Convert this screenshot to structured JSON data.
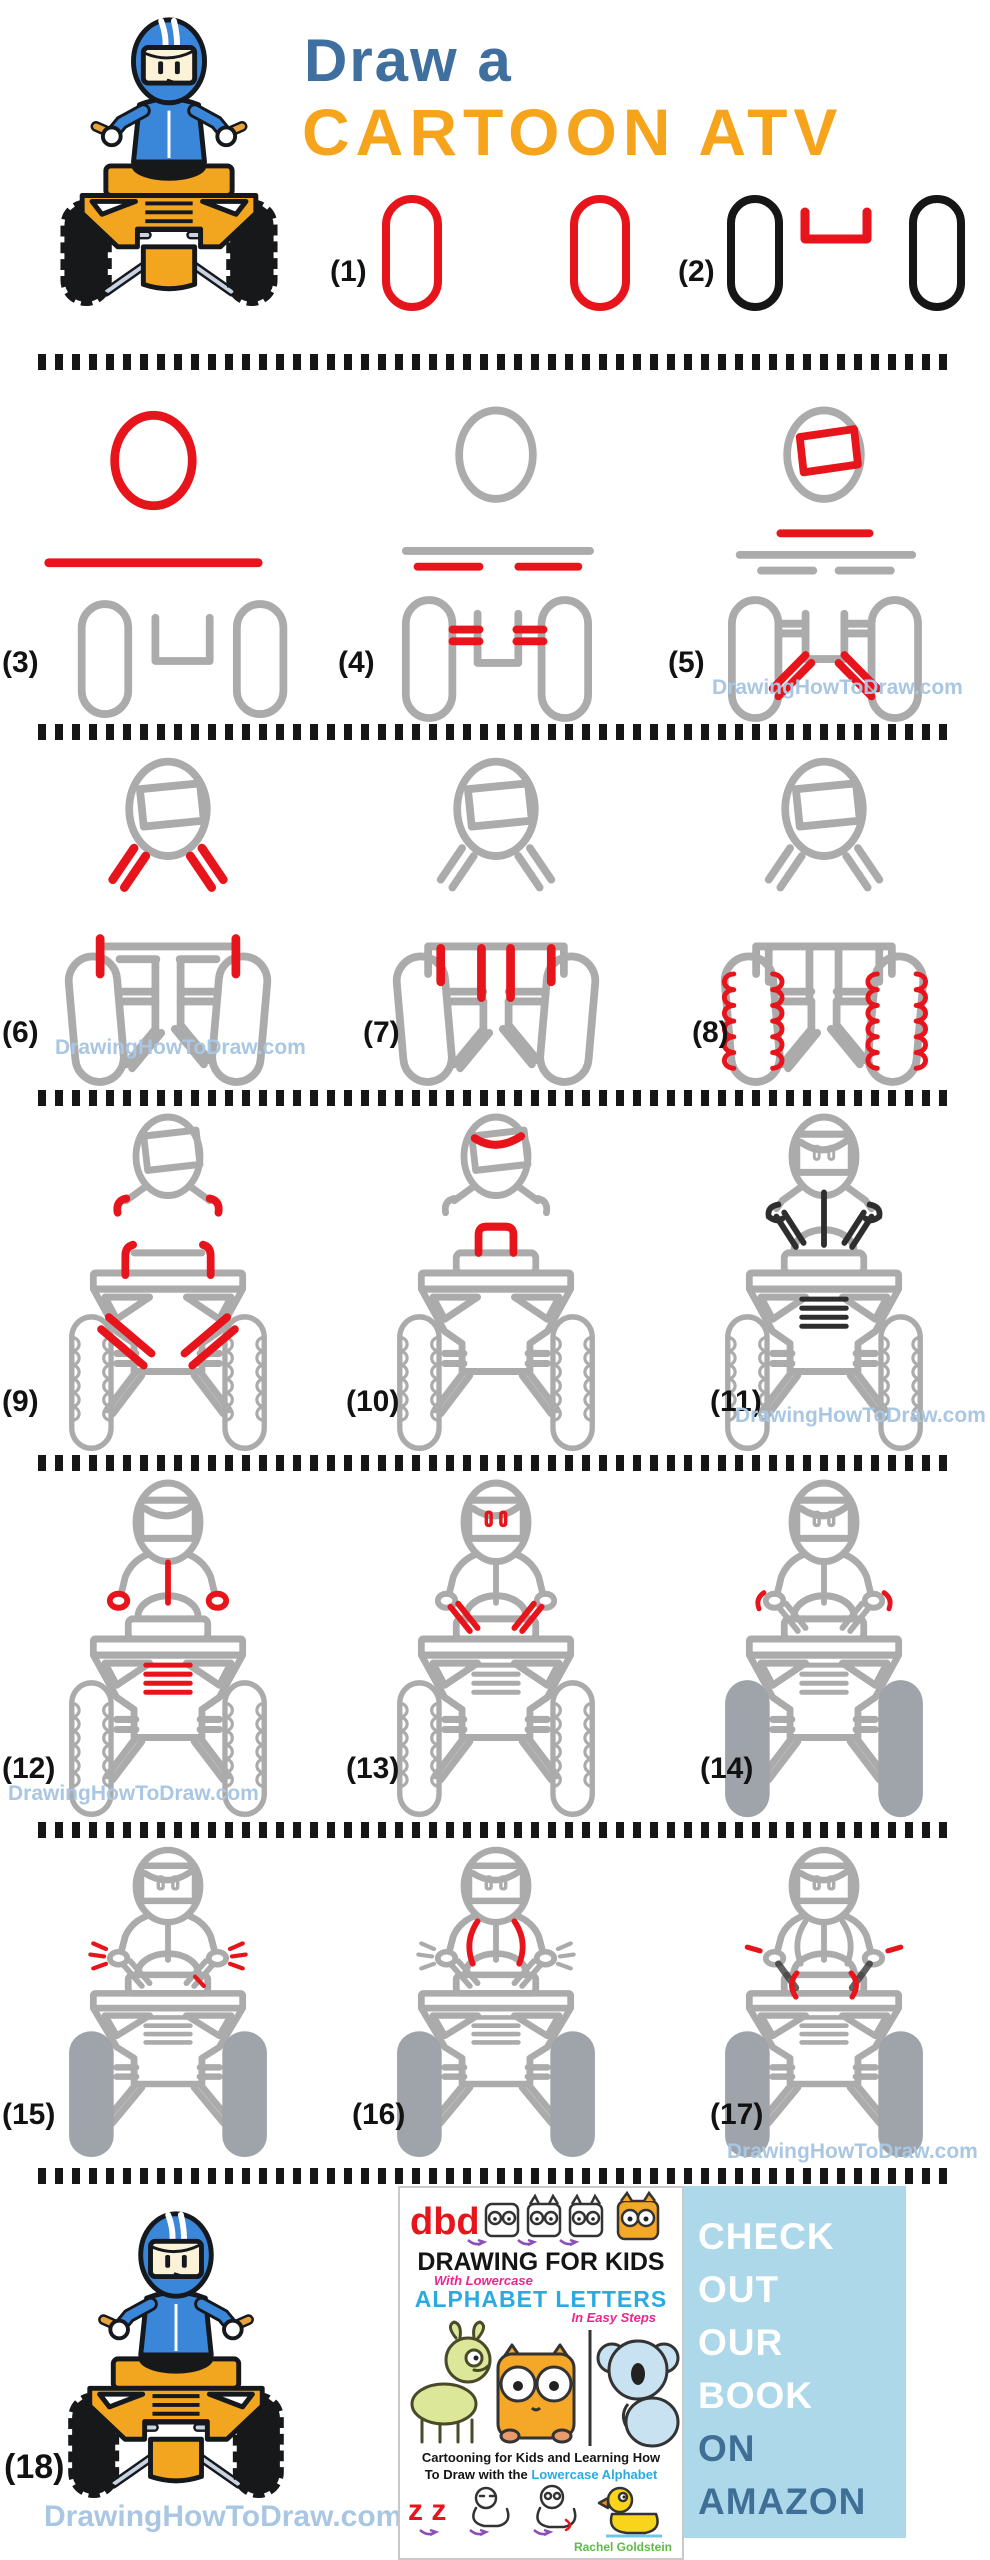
{
  "title": {
    "line1": "Draw a",
    "line2": "CARTOON ATV"
  },
  "watermark": "DrawingHowToDraw.com",
  "steps": [
    {
      "label": "(1)"
    },
    {
      "label": "(2)"
    },
    {
      "label": "(3)"
    },
    {
      "label": "(4)"
    },
    {
      "label": "(5)"
    },
    {
      "label": "(6)"
    },
    {
      "label": "(7)"
    },
    {
      "label": "(8)"
    },
    {
      "label": "(9)"
    },
    {
      "label": "(10)"
    },
    {
      "label": "(11)"
    },
    {
      "label": "(12)"
    },
    {
      "label": "(13)"
    },
    {
      "label": "(14)"
    },
    {
      "label": "(15)"
    },
    {
      "label": "(16)"
    },
    {
      "label": "(17)"
    },
    {
      "label": "(18)"
    }
  ],
  "book": {
    "top_letters": "dbd",
    "title": "DRAWING FOR KIDS",
    "script_top": "With Lowercase",
    "subtitle": "ALPHABET LETTERS",
    "script_sub": "In Easy Steps",
    "tagline_line1": "Cartooning for Kids and Learning How",
    "tagline_line2_prefix": "To Draw with the ",
    "tagline_line2_highlight": "Lowercase Alphabet",
    "bottom_letters": "z z",
    "author": "Rachel Goldstein"
  },
  "amazon": {
    "lines": [
      {
        "text": "CHECK",
        "tone": "white"
      },
      {
        "text": "OUT",
        "tone": "white"
      },
      {
        "text": "OUR",
        "tone": "white"
      },
      {
        "text": "BOOK",
        "tone": "white"
      },
      {
        "text": "ON",
        "tone": "blue"
      },
      {
        "text": "AMAZON",
        "tone": "blue"
      }
    ]
  },
  "colors": {
    "title_blue": "#3e6f9e",
    "title_orange": "#f6a41c",
    "red": "#e8141b",
    "gray": "#ababab",
    "dark": "#2e2e2e",
    "wheel_fill": "#9ea4a9",
    "watermark": "#a9c7e3",
    "amazon_bg": "#acd8ea",
    "amazon_blue": "#3f6e96",
    "book_blue": "#29abe2",
    "book_pink": "#ec268f",
    "book_green": "#5dbb46",
    "purple": "#8b4fb5",
    "atv_orange": "#f2a51f",
    "helmet_blue": "#3a86d8"
  }
}
